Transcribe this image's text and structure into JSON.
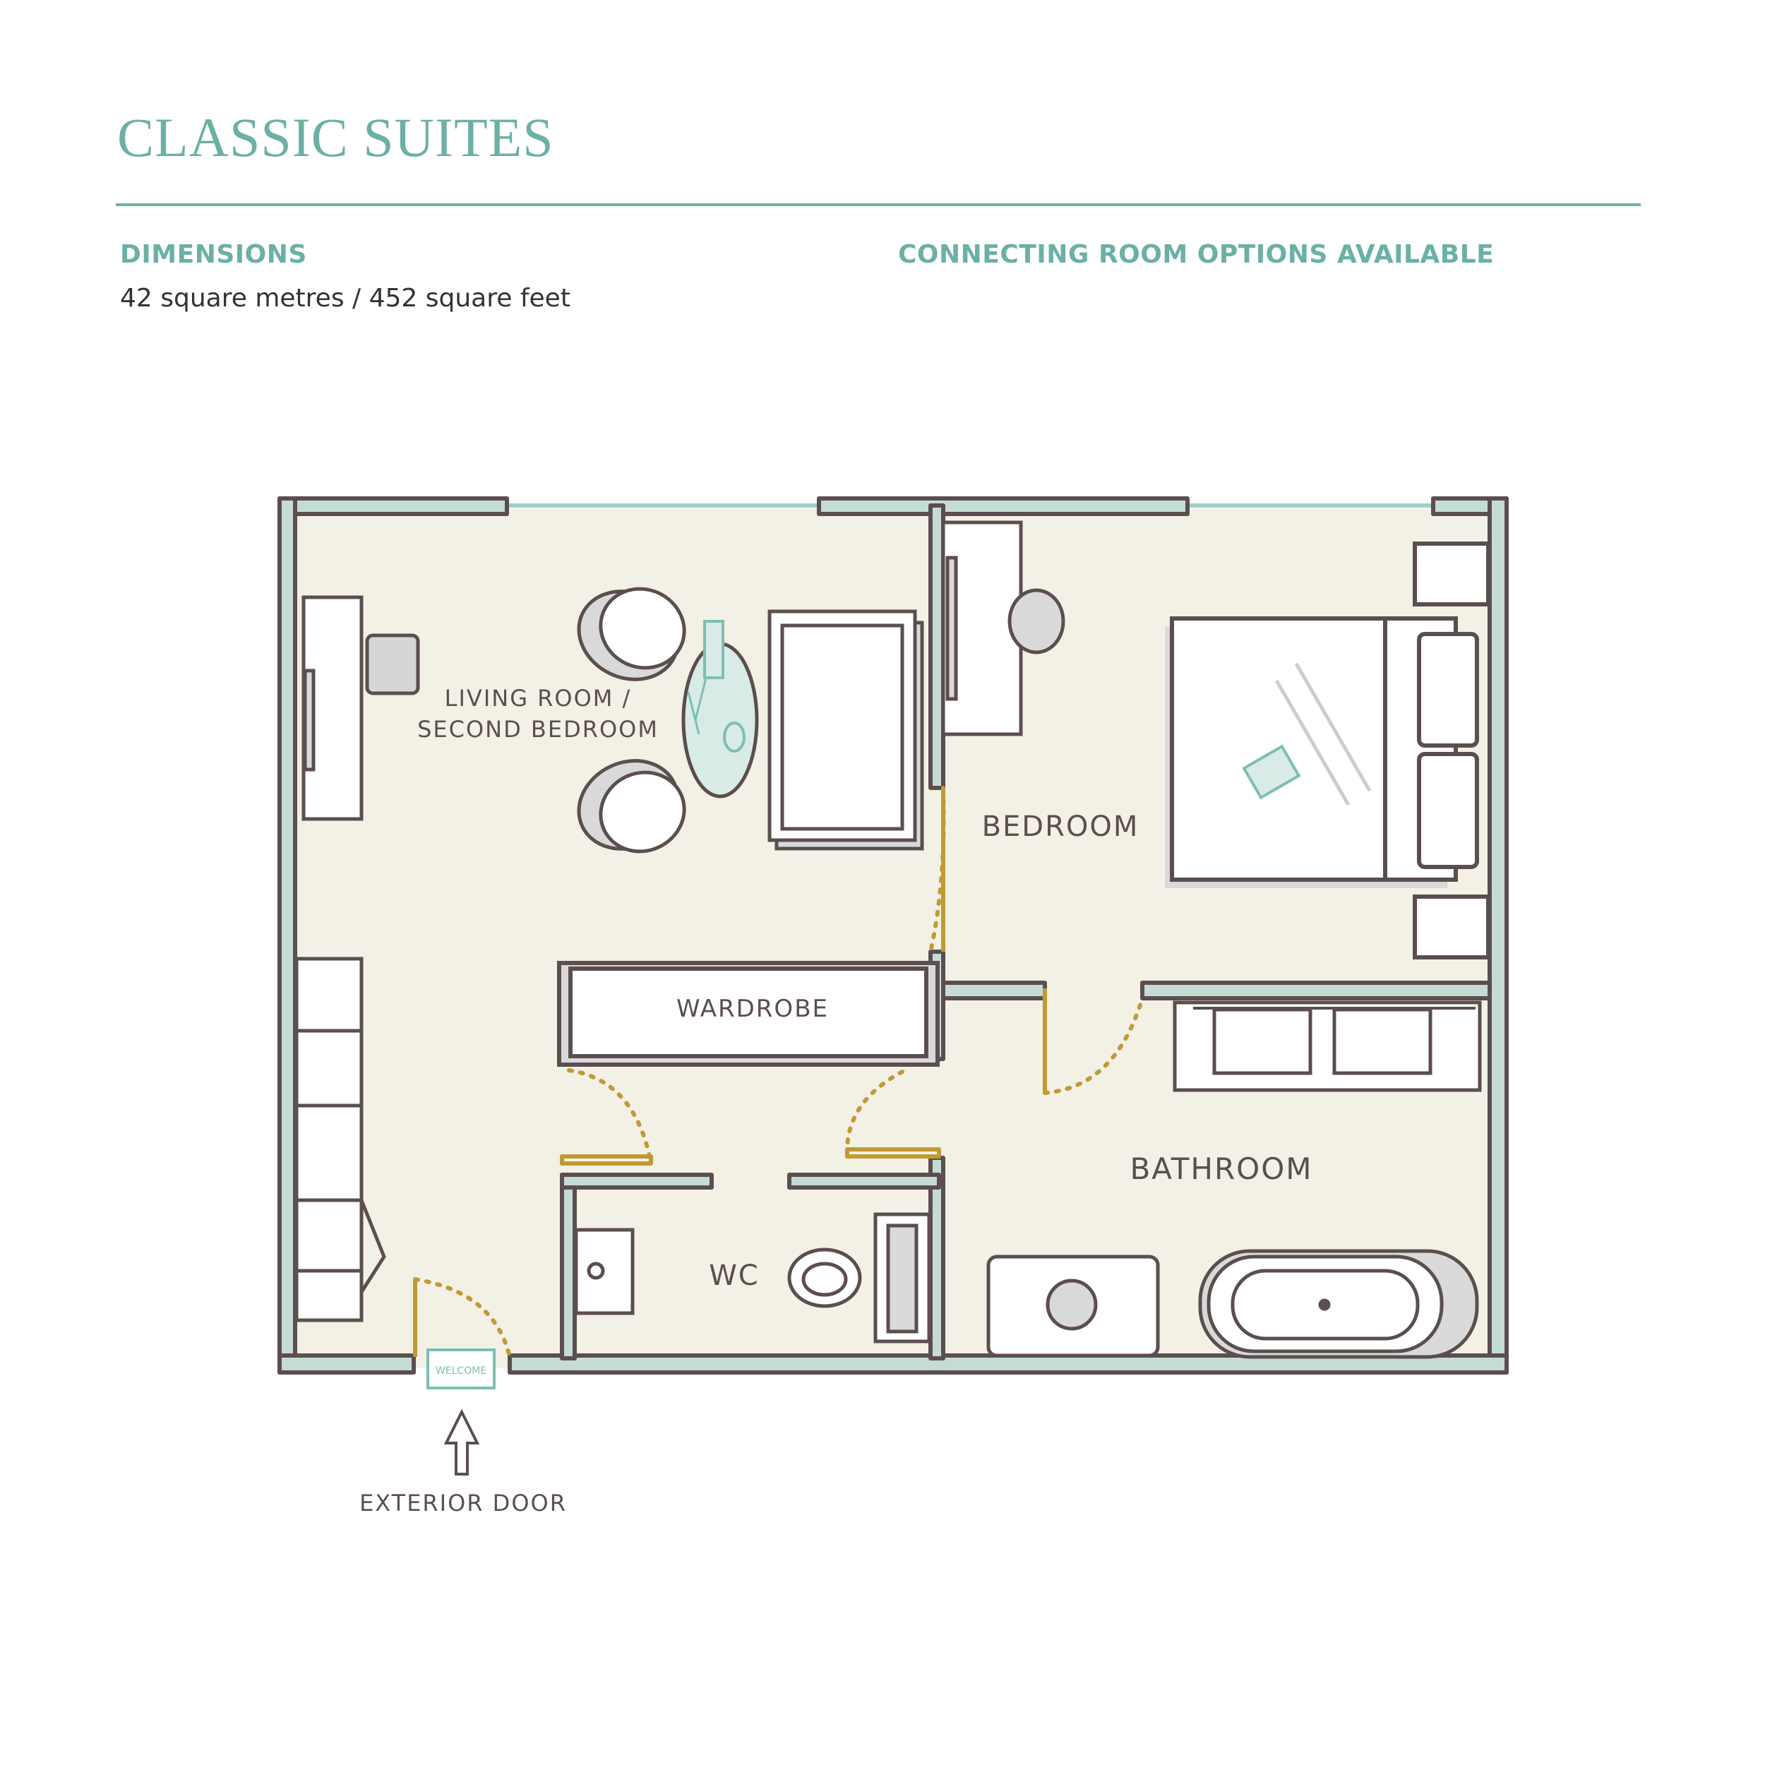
{
  "header": {
    "title": "CLASSIC SUITES",
    "dimensions_label": "DIMENSIONS",
    "dimensions_value": "42 square metres / 452 square feet",
    "connecting_label": "CONNECTING ROOM OPTIONS AVAILABLE"
  },
  "plan": {
    "rooms": {
      "living_line1": "LIVING ROOM /",
      "living_line2": "SECOND BEDROOM",
      "bedroom": "BEDROOM",
      "wardrobe": "WARDROBE",
      "wc": "WC",
      "bathroom": "BATHROOM"
    },
    "mat_text": "WELCOME",
    "exterior_label": "EXTERIOR DOOR"
  },
  "colors": {
    "accent": "#6bb0a5",
    "wall_fill": "#c5dcd6",
    "wall_stroke": "#5c4e4e",
    "floor": "#f3f1e6",
    "door": "#c09a33",
    "furniture_shadow": "#cfcfcf"
  }
}
